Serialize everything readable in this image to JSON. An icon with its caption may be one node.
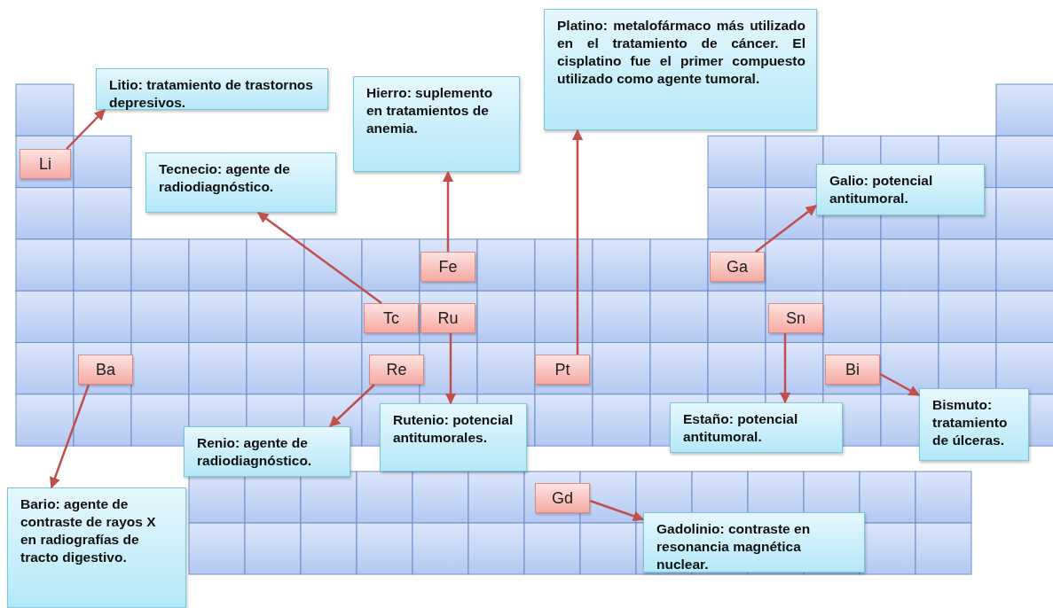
{
  "diagram": {
    "nodes": [
      {
        "text": [
          "Platino: metalofármaco más utilizado en el tratamiento de cáncer. El cisplatino fue el primer compuesto utilizado como agente tumoral."
        ]
      },
      {
        "text": [
          "Litio: tratamiento de trastornos depresivos."
        ]
      },
      {
        "text": [
          "Hierro: suplemento en tratamientos de anemia."
        ]
      },
      {
        "text": [
          "Li"
        ]
      },
      {
        "text": [
          "Tecnecio: agente de radiodiagnóstico."
        ]
      },
      {
        "text": [
          "Galio: potencial antitumoral."
        ]
      },
      {
        "text": [
          "Fe"
        ]
      },
      {
        "text": [
          "Ga"
        ]
      },
      {
        "text": [
          "Tc"
        ]
      },
      {
        "text": [
          "Ru"
        ]
      },
      {
        "text": [
          "Sn"
        ]
      },
      {
        "text": [
          "Ba"
        ]
      },
      {
        "text": [
          "Re"
        ]
      },
      {
        "text": [
          "Pt"
        ]
      },
      {
        "text": [
          "Bi"
        ]
      },
      {
        "text": [
          "Bismuto: tratamiento de úlceras."
        ]
      },
      {
        "text": [
          "Estaño: potencial antitumoral."
        ]
      },
      {
        "text": [
          "Rutenio: potencial antitumorales."
        ]
      },
      {
        "text": [
          "Renio: agente de radiodiagnóstico."
        ]
      },
      {
        "text": [
          "Gd"
        ]
      },
      {
        "text": [
          "Gadolinio: contraste en resonancia magnética nuclear."
        ]
      },
      {
        "text": [
          "Bario: agente de contraste de rayos X en radiografías de tracto digestivo."
        ]
      }
    ],
    "edges": [
      {
        "from": 3,
        "to": 1,
        "arrow": "to"
      },
      {
        "from": 6,
        "to": 2,
        "arrow": "to"
      },
      {
        "from": 8,
        "to": 4,
        "arrow": "to"
      },
      {
        "from": 7,
        "to": 5,
        "arrow": "to"
      },
      {
        "from": 13,
        "to": 0,
        "arrow": "to"
      },
      {
        "from": 9,
        "to": 17,
        "arrow": "to"
      },
      {
        "from": 12,
        "to": 18,
        "arrow": "to"
      },
      {
        "from": 11,
        "to": 21,
        "arrow": "to"
      },
      {
        "from": 10,
        "to": 16,
        "arrow": "to"
      },
      {
        "from": 14,
        "to": 15,
        "arrow": "to"
      },
      {
        "from": 19,
        "to": 20,
        "arrow": "to"
      }
    ]
  }
}
